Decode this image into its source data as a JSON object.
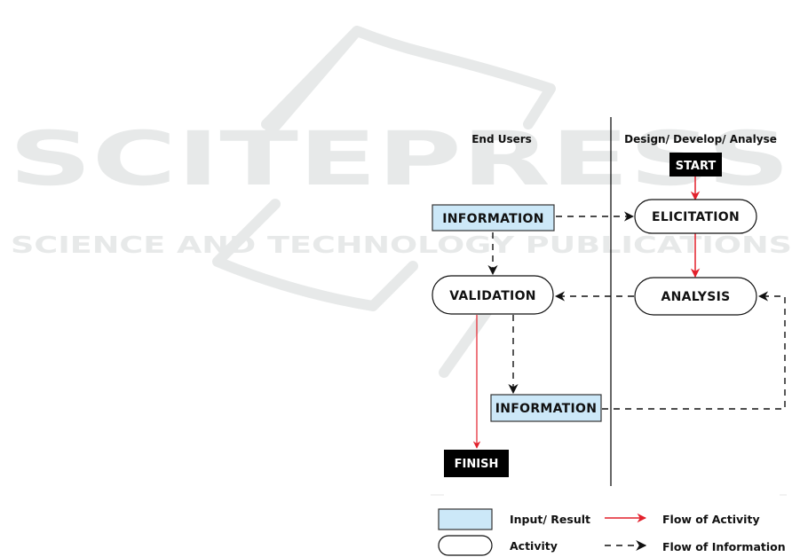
{
  "watermark": {
    "title": "SCITEPRESS",
    "subtitle": "SCIENCE AND TECHNOLOGY PUBLICATIONS"
  },
  "lanes": {
    "left": "End Users",
    "right": "Design/ Develop/ Analyse"
  },
  "nodes": {
    "start": "START",
    "elicitation": "ELICITATION",
    "analysis": "ANALYSIS",
    "information_top": "INFORMATION",
    "validation": "VALIDATION",
    "information_bottom": "INFORMATION",
    "finish": "FINISH"
  },
  "legend": {
    "input_result": "Input/ Result",
    "activity": "Activity",
    "flow_activity": "Flow of Activity",
    "flow_information": "Flow of Information"
  },
  "colors": {
    "input_fill": "#cce8f8",
    "activity_flow": "#e2202b",
    "information_flow": "#111111",
    "terminal": "#000000"
  }
}
